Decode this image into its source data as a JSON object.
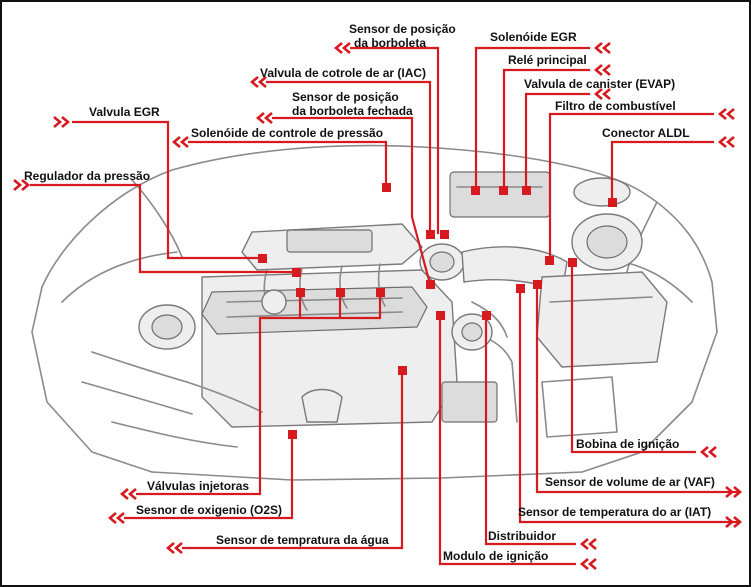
{
  "diagram": {
    "accent_color": "#d71a1f",
    "line_color": "#8a8a8a",
    "labels": {
      "sensor_posicao_borboleta": "Sensor de posição da borboleta",
      "solenoide_egr": "Solenóide EGR",
      "rele_principal": "Relé principal",
      "valvula_iac": "Valvula de cotrole de ar (IAC)",
      "valvula_canister": "Valvula de canister (EVAP)",
      "sensor_borboleta_fechada": "Sensor de posição da borboleta fechada",
      "valvula_egr": "Valvula EGR",
      "filtro_combustivel": "Filtro de combustível",
      "solenoide_pressao": "Solenóide de controle de pressão",
      "conector_aldl": "Conector ALDL",
      "regulador_pressao": "Regulador da pressão",
      "bobina_ignicao": "Bobina de ignição",
      "valvulas_injetoras": "Válvulas injetoras",
      "sensor_vaf": "Sensor de volume de ar (VAF)",
      "sensor_oxigenio": "Sesnor de oxigenio (O2S)",
      "sensor_iat": "Sensor de temperatura do ar (IAT)",
      "distribuidor": "Distribuidor",
      "sensor_agua": "Sensor de tempratura da água",
      "modulo_ignicao": "Modulo de ignição"
    }
  }
}
